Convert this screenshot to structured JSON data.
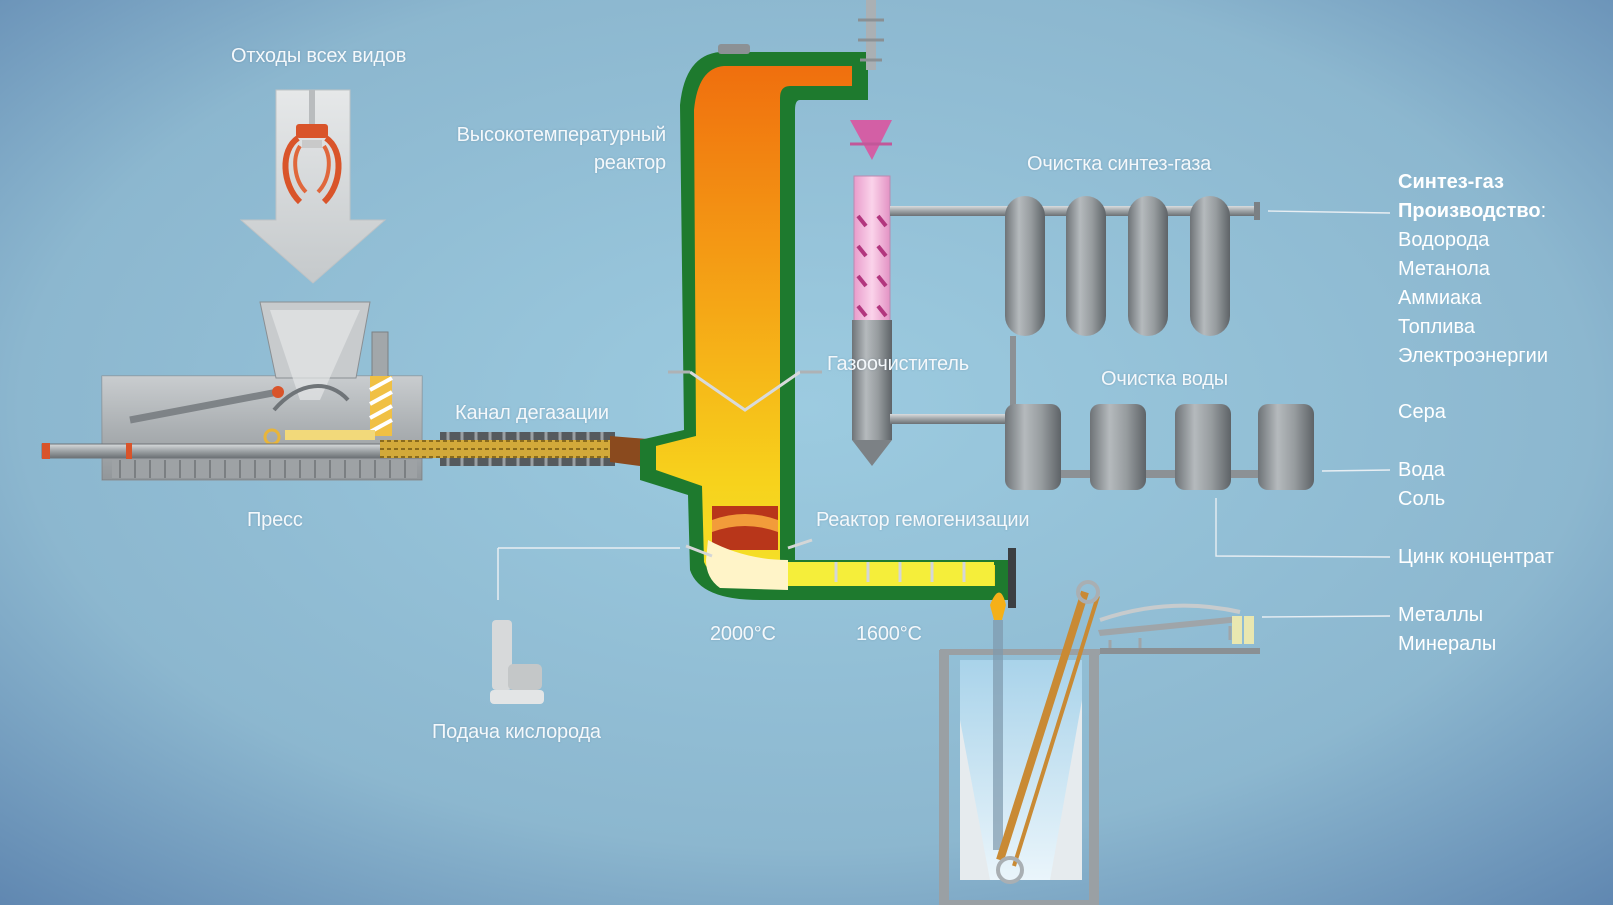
{
  "labels": {
    "waste": "Отходы всех видов",
    "ht_reactor_1": "Высокотемпературный",
    "ht_reactor_2": "реактор",
    "syngas_cleaning": "Очистка синтез-газа",
    "gas_cleaner": "Газоочиститель",
    "water_cleaning": "Очистка воды",
    "degas_channel": "Канал дегазации",
    "press": "Пресс",
    "homogen_reactor": "Реактор гемогенизации",
    "temp_2000": "2000°C",
    "temp_1600": "1600°C",
    "oxygen_feed": "Подача кислорода"
  },
  "outputs": {
    "syngas": "Синтез-газ",
    "production": "Производство",
    "production_colon": ":",
    "hydrogen": "Водорода",
    "methanol": "Метанола",
    "ammonia": "Аммиака",
    "fuel": "Топлива",
    "electricity": "Электроэнергии",
    "sulfur": "Сера",
    "water": "Вода",
    "salt": "Соль",
    "zinc": "Цинк концентрат",
    "metals": "Металлы",
    "minerals": "Минералы"
  },
  "colors": {
    "background": "#93bfd6",
    "reactor_wall": "#1f7a2c",
    "reactor_hot": "#f07a10",
    "reactor_warm": "#f7c21a",
    "homogen_yellow": "#f3ec3a",
    "tank_gray": "#8f9498",
    "scrubber_pink": "#f2b6d8"
  }
}
